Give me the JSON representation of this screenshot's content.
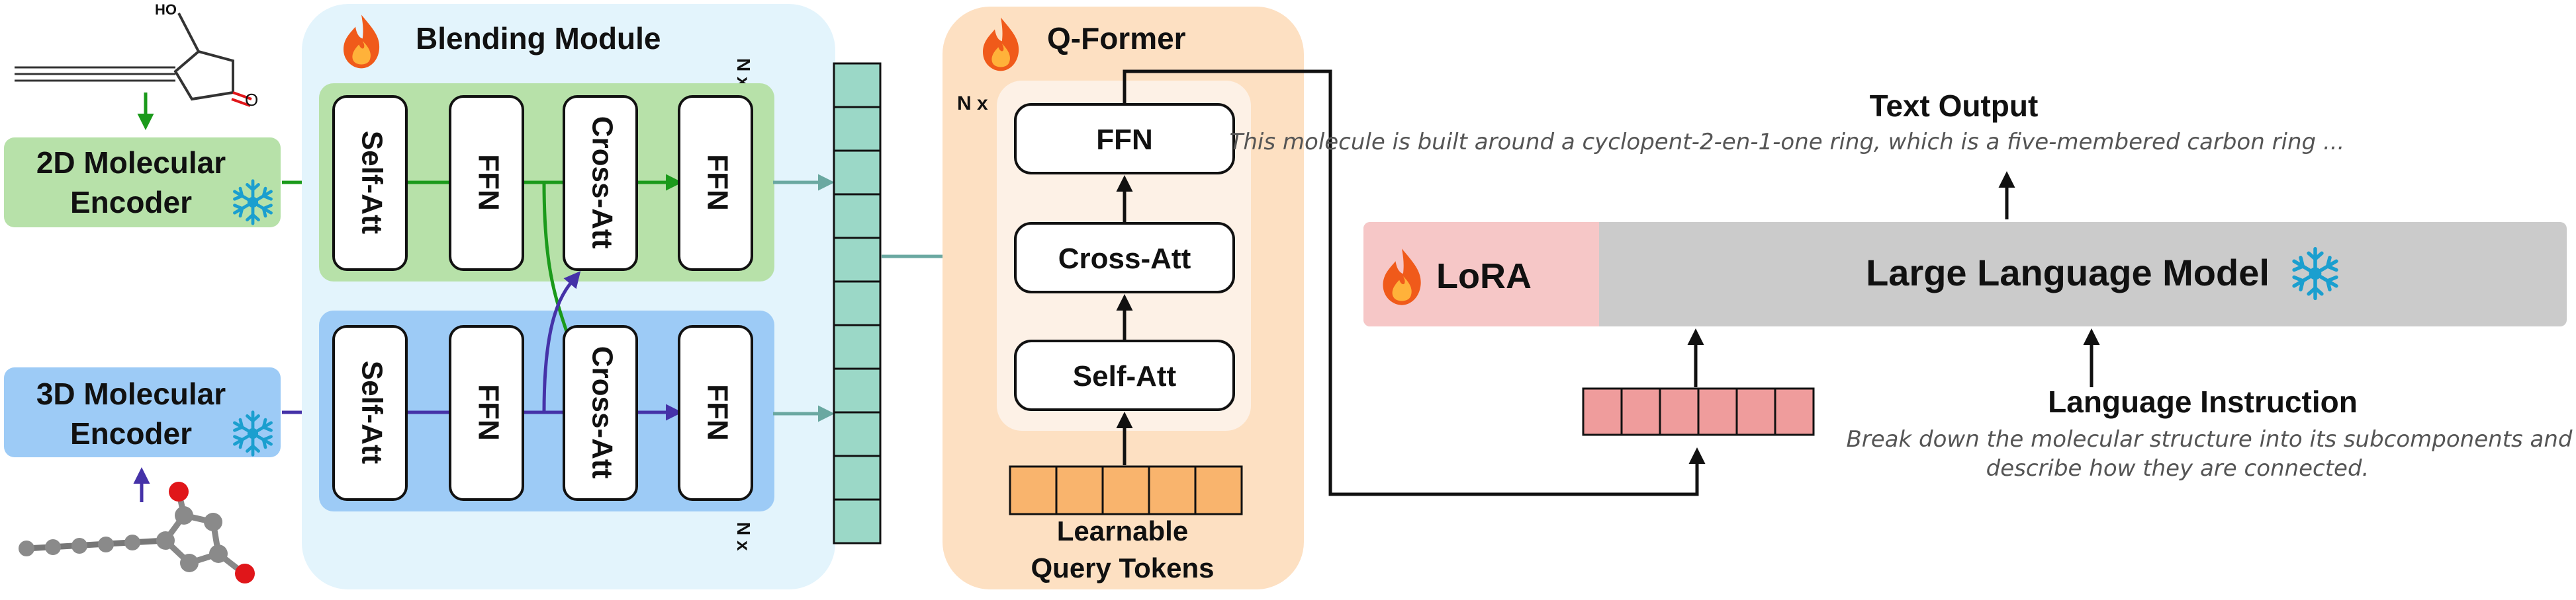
{
  "encoders": {
    "enc2d": "2D Molecular Encoder",
    "enc3d": "3D Molecular Encoder",
    "mol2d_label": "HO"
  },
  "blending": {
    "title": "Blending Module",
    "nx_top": "N x",
    "nx_bottom": "N x",
    "top_row": [
      "Self-Att",
      "FFN",
      "Cross-Att",
      "FFN"
    ],
    "bottom_row": [
      "Self-Att",
      "FFN",
      "Cross-Att",
      "FFN"
    ]
  },
  "qformer": {
    "title": "Q-Former",
    "nx": "N x",
    "ffn": "FFN",
    "cross_att": "Cross-Att",
    "self_att": "Self-Att",
    "query_label_1": "Learnable",
    "query_label_2": "Query Tokens"
  },
  "llm": {
    "lora": "LoRA",
    "model": "Large Language Model",
    "text_output_title": "Text Output",
    "text_output": "This molecule is built around a cyclopent-2-en-1-one ring, which is a five-membered carbon ring ...",
    "instruction_title": "Language Instruction",
    "instruction_1": "Break down the molecular structure into its subcomponents and",
    "instruction_2": "describe how they are connected."
  },
  "colors": {
    "green_bg": "#b7e1a9",
    "green_arrow": "#1b9a1b",
    "blue_bg": "#9dcbf6",
    "blue_arrow": "#4532a8",
    "blend_bg": "#e3f4fc",
    "qformer_bg": "#fde0c2",
    "qformer_inner": "#fdf1e6",
    "query_tokens": "#f9b46d",
    "feature_column": "#9bd8c7",
    "teal_arrow": "#6aa8a1",
    "lora_bg": "#f6c7c7",
    "llm_bg": "#cbcbcb",
    "llm_tokens": "#ef9c9c",
    "snowflake": "#1b9fcf",
    "fire": "#f05a1a"
  },
  "icons": [
    "fire-icon",
    "snowflake-icon",
    "molecule-2d",
    "molecule-3d"
  ]
}
